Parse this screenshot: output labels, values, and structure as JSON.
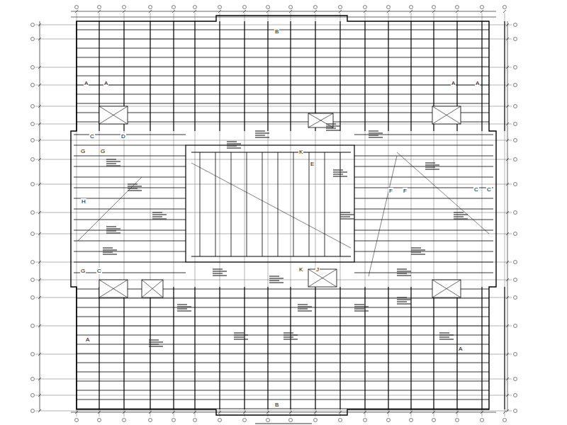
{
  "diagram": {
    "labels": [
      "B",
      "B",
      "A",
      "A",
      "A",
      "A",
      "A",
      "A",
      "C",
      "D",
      "G",
      "G",
      "E",
      "K",
      "F",
      "F",
      "C",
      "C",
      "H",
      "G",
      "C",
      "K",
      "J"
    ]
  }
}
